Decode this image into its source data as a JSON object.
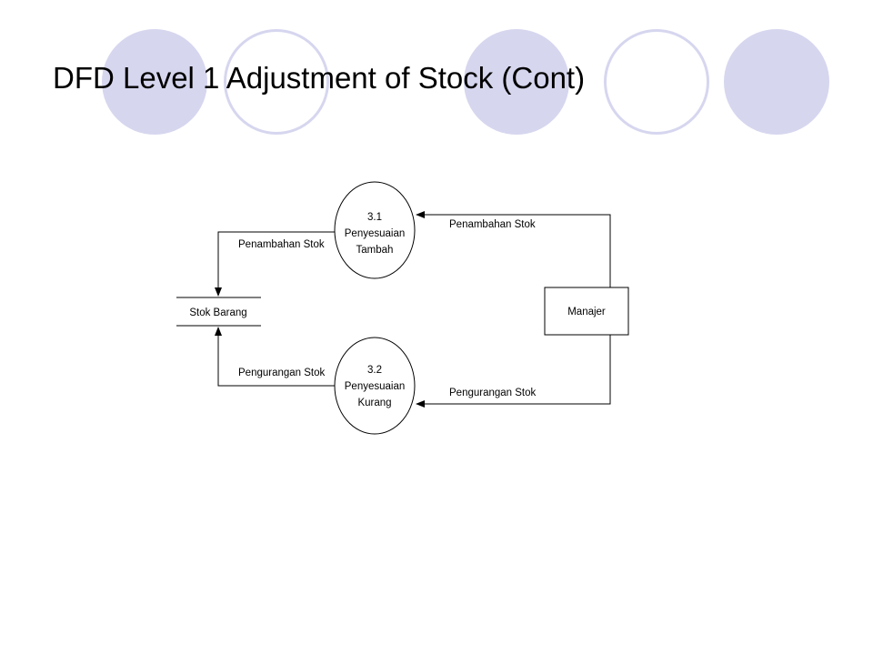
{
  "slide": {
    "title": "DFD Level 1 Adjustment of Stock (Cont)"
  },
  "decoration": {
    "fill_color": "#d6d6ef",
    "circles": [
      {
        "style": "filled"
      },
      {
        "style": "ring"
      },
      {
        "style": "filled"
      },
      {
        "style": "ring"
      },
      {
        "style": "filled"
      }
    ]
  },
  "diagram": {
    "processes": [
      {
        "number": "3.1",
        "name_line1": "Penyesuaian",
        "name_line2": "Tambah"
      },
      {
        "number": "3.2",
        "name_line1": "Penyesuaian",
        "name_line2": "Kurang"
      }
    ],
    "external_entity": {
      "label": "Manajer"
    },
    "data_store": {
      "label": "Stok Barang"
    },
    "flows": {
      "manajer_to_tambah": "Penambahan Stok",
      "tambah_to_store": "Penambahan Stok",
      "manajer_to_kurang": "Pengurangan Stok",
      "kurang_to_store": "Pengurangan Stok"
    }
  }
}
